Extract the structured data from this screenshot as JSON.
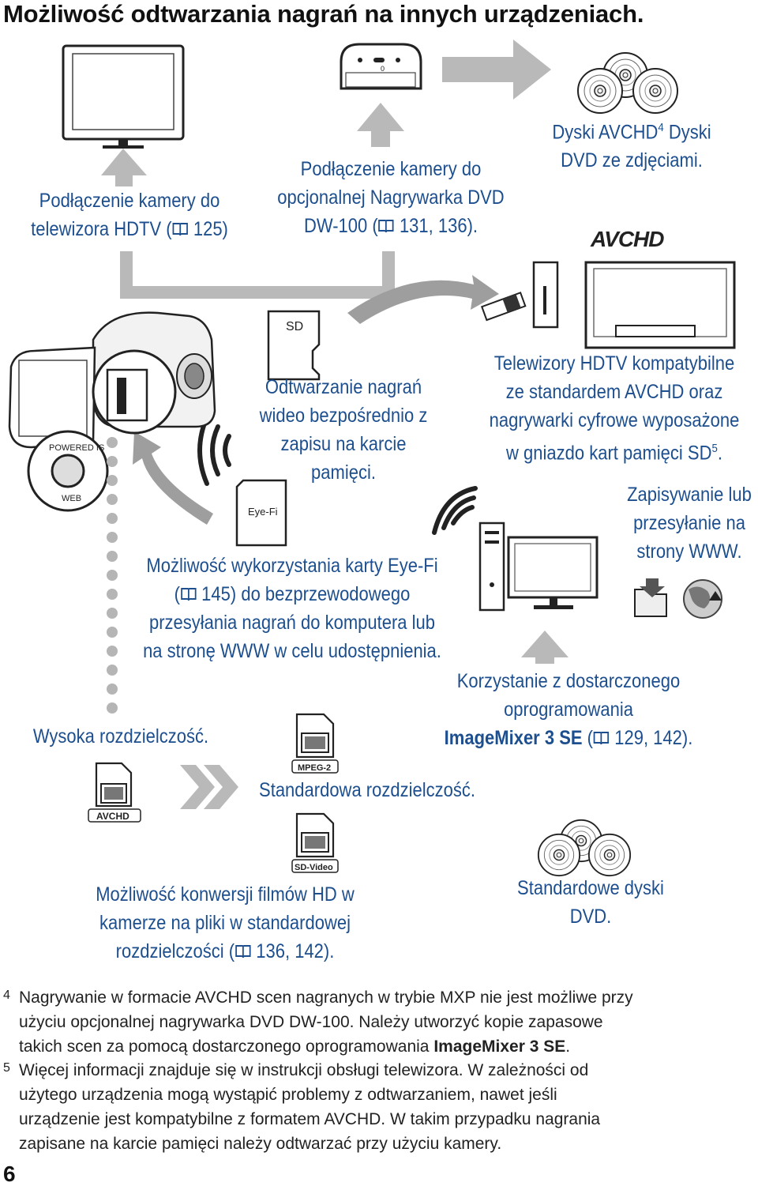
{
  "title": "Możliwość odtwarzania nagrań na innych urządzeniach.",
  "labels": {
    "tv_line1": "Podłączenie kamery do",
    "tv_line2_pre": "telewizora HDTV (",
    "tv_line2_ref": " 125)",
    "dvd_line1": "Podłączenie kamery do",
    "dvd_line2": "opcjonalnej Nagrywarka DVD",
    "dvd_line3_pre": "DW-100 (",
    "dvd_line3_ref": " 131, 136).",
    "avchd_line1_pre": "Dyski AVCHD",
    "avchd_sup": "4",
    "avchd_line1_post": " Dyski",
    "avchd_line2": "DVD ze zdjęciami.",
    "sd_line1": "Odtwarzanie nagrań",
    "sd_line2": "wideo bezpośrednio z",
    "sd_line3": "zapisu na karcie",
    "sd_line4": "pamięci.",
    "hdtv_line1": "Telewizory HDTV kompatybilne",
    "hdtv_line2": "ze standardem AVCHD oraz",
    "hdtv_line3": "nagrywarki cyfrowe wyposażone",
    "hdtv_line4_pre": "w gniazdo kart pamięci SD",
    "hdtv_sup": "5",
    "hdtv_line4_post": ".",
    "web_line1": "Zapisywanie lub",
    "web_line2": "przesyłanie na",
    "web_line3": "strony WWW.",
    "eyefi_line1": "Możliwość wykorzystania karty Eye-Fi",
    "eyefi_line2_ref": " 145)",
    "eyefi_line2_post": " do bezprzewodowego",
    "eyefi_line3": "przesyłania nagrań do komputera lub",
    "eyefi_line4": "na stronę WWW w celu udostępnienia.",
    "software_line1": "Korzystanie z dostarczonego oprogramowania",
    "software_line2_bold": "ImageMixer 3 SE",
    "software_line2_ref": " 129, 142).",
    "high_res": "Wysoka rozdzielczość.",
    "std_res": "Standardowa rozdzielczość.",
    "convert_line1": "Możliwość konwersji filmów HD w",
    "convert_line2": "kamerze na pliki w standardowej",
    "convert_line3_pre": "rozdzielczości (",
    "convert_line3_ref": " 136, 142).",
    "std_dvd_line1": "Standardowe dyski",
    "std_dvd_line2": "DVD."
  },
  "icon_texts": {
    "sd_card": "SD",
    "eyefi_card": "Eye-Fi",
    "powered_is": "POWERED IS",
    "web": "WEB",
    "avchd_logo": "AVCHD",
    "avchd_file": "AVCHD",
    "mpeg2_file": "MPEG-2",
    "sdvideo_file": "SD-Video"
  },
  "footnotes": [
    {
      "num": "4",
      "line1": "Nagrywanie w formacie AVCHD scen nagranych w trybie MXP nie jest możliwe przy",
      "line2": "użyciu opcjonalnej nagrywarka DVD DW-100. Należy utworzyć kopie zapasowe",
      "line3_pre": "takich scen za pomocą dostarczonego oprogramowania ",
      "line3_bold": "ImageMixer 3 SE",
      "line3_post": "."
    },
    {
      "num": "5",
      "line1": "Więcej informacji znajduje się w instrukcji obsługi telewizora. W zależności od",
      "line2": "użytego urządzenia mogą wystąpić problemy z odtwarzaniem, nawet jeśli",
      "line3": "urządzenie jest kompatybilne z formatem AVCHD. W takim przypadku nagrania",
      "line4": "zapisane na karcie pamięci należy odtwarzać przy użyciu kamery."
    }
  ],
  "page_number": "6",
  "colors": {
    "arrow_gray": "#b9b9b9",
    "ref_blue": "#1d4f8f",
    "dot_gray": "#b5b5b5"
  }
}
